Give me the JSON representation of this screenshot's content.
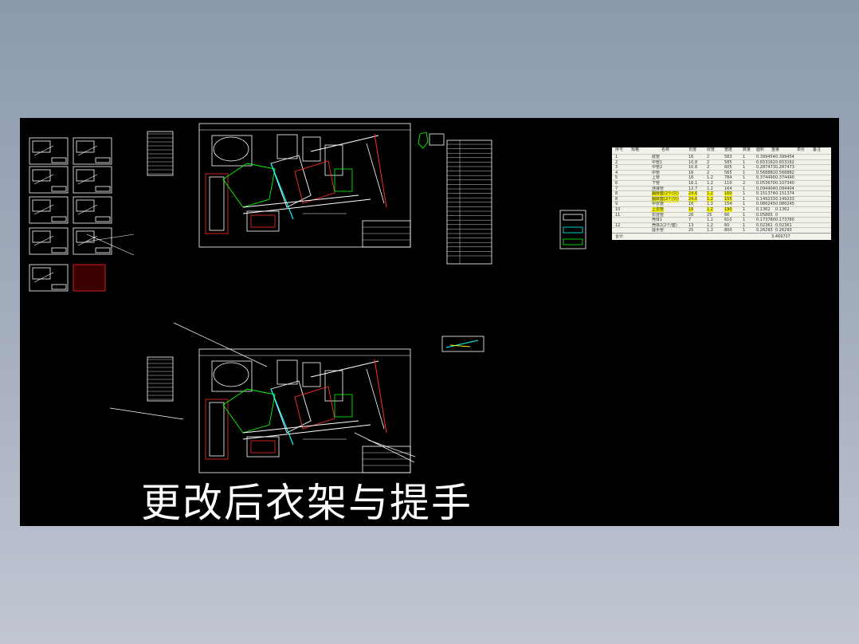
{
  "caption": "更改后衣架与提手",
  "colors": {
    "background_top": "#8c9aae",
    "background_bottom": "#c1c6d2",
    "canvas": "#000000",
    "lines": "#ffffff",
    "green": "#00ff00",
    "red": "#ff2a2a",
    "cyan": "#00ffff",
    "yellow_highlight": "#f4f100"
  },
  "parts_table": {
    "header": [
      "序号",
      "规格",
      "名称",
      "长度",
      "厚度",
      "宽度",
      "数量",
      "面积",
      "重量",
      "单价",
      "备注"
    ],
    "rows": [
      {
        "no": "1",
        "name": "底管",
        "length": "16",
        "thick": "2",
        "width": "583",
        "qty": "1",
        "area": "0.399454",
        "weight": "0.399454",
        "hl": false
      },
      {
        "no": "2",
        "name": "中管1",
        "length": "10.8",
        "thick": "2",
        "width": "585",
        "qty": "1",
        "area": "0.653162",
        "weight": "0.653162",
        "hl": false
      },
      {
        "no": "3",
        "name": "中管2",
        "length": "10.8",
        "thick": "2",
        "width": "605",
        "qty": "1",
        "area": "0.287473",
        "weight": "0.287473",
        "hl": false
      },
      {
        "no": "4",
        "name": "中管",
        "length": "16",
        "thick": "2",
        "width": "565",
        "qty": "1",
        "area": "0.568882",
        "weight": "0.568882",
        "hl": false
      },
      {
        "no": "5",
        "name": "上管",
        "length": "16",
        "thick": "1.2",
        "width": "784",
        "qty": "1",
        "area": "0.374490",
        "weight": "0.374490",
        "hl": false
      },
      {
        "no": "6",
        "name": "下管",
        "length": "16.1",
        "thick": "1.2",
        "width": "110",
        "qty": "2",
        "area": "0.053670",
        "weight": "0.107340",
        "hl": false
      },
      {
        "no": "7",
        "name": "连接管",
        "length": "12.7",
        "thick": "1.2",
        "width": "164",
        "qty": "1",
        "area": "0.094404",
        "weight": "0.094404",
        "hl": false
      },
      {
        "no": "8",
        "name": "翻转套(2个/只)",
        "length": "24.6",
        "thick": "1.2",
        "width": "160",
        "qty": "1",
        "area": "0.151374",
        "weight": "0.151374",
        "hl": true
      },
      {
        "no": "8",
        "name": "翻转套(2个/只)",
        "length": "24.6",
        "thick": "1.2",
        "width": "155",
        "qty": "1",
        "area": "0.149233",
        "weight": "0.149233",
        "hl": true
      },
      {
        "no": "9",
        "name": "中衣管",
        "length": "16",
        "thick": "1.2",
        "width": "154",
        "qty": "1",
        "area": "0.080245",
        "weight": "0.080245",
        "hl": false
      },
      {
        "no": "10",
        "name": "上衣管",
        "length": "16",
        "thick": "1.2",
        "width": "190",
        "qty": "1",
        "area": "0.1362",
        "weight": "0.1362",
        "hl": true
      },
      {
        "no": "11",
        "name": "衣挂管",
        "length": "26",
        "thick": "25",
        "width": "66",
        "qty": "1",
        "area": "0.05865",
        "weight": "0",
        "hl": false
      },
      {
        "no": "",
        "name": "壳体1",
        "length": "7",
        "thick": "1.2",
        "width": "610",
        "qty": "1",
        "area": "0.173780",
        "weight": "0.173780",
        "hl": false
      },
      {
        "no": "12",
        "name": "壳体2(2个/套)",
        "length": "13",
        "thick": "1.2",
        "width": "60",
        "qty": "1",
        "area": "0.02361",
        "weight": "0.02361",
        "hl": false
      },
      {
        "no": "",
        "name": "提手管",
        "length": "25",
        "thick": "1.2",
        "width": "800",
        "qty": "1",
        "area": "0.26293",
        "weight": "0.26293",
        "hl": false
      }
    ],
    "total_label": "合计",
    "total_value": "3.469727"
  }
}
